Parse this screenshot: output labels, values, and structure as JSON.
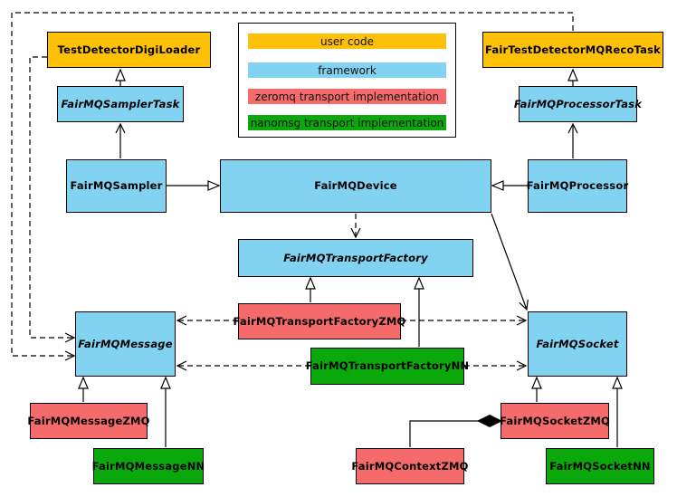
{
  "palette": {
    "user": "#FFC107",
    "framework": "#82D2F2",
    "zeromq": "#F56B6B",
    "nanomsg": "#0AA80A",
    "background": "#FFFFFF",
    "line": "#000000"
  },
  "legend": {
    "items": [
      {
        "label": "user code",
        "type": "user"
      },
      {
        "label": "framework",
        "type": "framework"
      },
      {
        "label": "zeromq transport implementation",
        "type": "zeromq"
      },
      {
        "label": "nanomsg transport implementation",
        "type": "nanomsg"
      }
    ]
  },
  "nodes": {
    "testDetectorDigiLoader": {
      "label": "TestDetectorDigiLoader",
      "type": "user",
      "abstract": false
    },
    "fairTestDetectorMQRecoTask": {
      "label": "FairTestDetectorMQRecoTask",
      "type": "user",
      "abstract": false
    },
    "fairMQSamplerTask": {
      "label": "FairMQSamplerTask",
      "type": "framework",
      "abstract": true
    },
    "fairMQProcessorTask": {
      "label": "FairMQProcessorTask",
      "type": "framework",
      "abstract": true
    },
    "fairMQSampler": {
      "label": "FairMQSampler",
      "type": "framework",
      "abstract": false
    },
    "fairMQDevice": {
      "label": "FairMQDevice",
      "type": "framework",
      "abstract": false
    },
    "fairMQProcessor": {
      "label": "FairMQProcessor",
      "type": "framework",
      "abstract": false
    },
    "fairMQTransportFactory": {
      "label": "FairMQTransportFactory",
      "type": "framework",
      "abstract": true
    },
    "fairMQTransportFactoryZMQ": {
      "label": "FairMQTransportFactoryZMQ",
      "type": "zeromq",
      "abstract": false
    },
    "fairMQTransportFactoryNN": {
      "label": "FairMQTransportFactoryNN",
      "type": "nanomsg",
      "abstract": false
    },
    "fairMQMessage": {
      "label": "FairMQMessage",
      "type": "framework",
      "abstract": true
    },
    "fairMQSocket": {
      "label": "FairMQSocket",
      "type": "framework",
      "abstract": true
    },
    "fairMQMessageZMQ": {
      "label": "FairMQMessageZMQ",
      "type": "zeromq",
      "abstract": false
    },
    "fairMQMessageNN": {
      "label": "FairMQMessageNN",
      "type": "nanomsg",
      "abstract": false
    },
    "fairMQSocketZMQ": {
      "label": "FairMQSocketZMQ",
      "type": "zeromq",
      "abstract": false
    },
    "fairMQSocketNN": {
      "label": "FairMQSocketNN",
      "type": "nanomsg",
      "abstract": false
    },
    "fairMQContextZMQ": {
      "label": "FairMQContextZMQ",
      "type": "zeromq",
      "abstract": false
    }
  },
  "relations": [
    {
      "from": "fairMQSamplerTask",
      "to": "testDetectorDigiLoader",
      "kind": "inheritance-solid-hollow-triangle-up"
    },
    {
      "from": "fairMQProcessorTask",
      "to": "fairTestDetectorMQRecoTask",
      "kind": "inheritance-solid-hollow-triangle-up"
    },
    {
      "from": "fairMQSampler",
      "to": "fairMQSamplerTask",
      "kind": "usage-solid-open-arrow-up"
    },
    {
      "from": "fairMQProcessor",
      "to": "fairMQProcessorTask",
      "kind": "usage-solid-open-arrow-up"
    },
    {
      "from": "fairMQSampler",
      "to": "fairMQDevice",
      "kind": "inheritance-solid-hollow-triangle-right"
    },
    {
      "from": "fairMQProcessor",
      "to": "fairMQDevice",
      "kind": "inheritance-solid-hollow-triangle-left"
    },
    {
      "from": "fairMQDevice",
      "to": "fairMQTransportFactory",
      "kind": "dependency-dashed-open-arrow-down"
    },
    {
      "from": "fairMQDevice",
      "to": "fairMQSocket",
      "kind": "usage-solid-open-arrow-diagonal"
    },
    {
      "from": "fairMQTransportFactoryZMQ",
      "to": "fairMQTransportFactory",
      "kind": "inheritance-solid-hollow-triangle-up"
    },
    {
      "from": "fairMQTransportFactoryNN",
      "to": "fairMQTransportFactory",
      "kind": "inheritance-solid-hollow-triangle-up"
    },
    {
      "from": "fairMQTransportFactoryZMQ",
      "to": "fairMQMessage",
      "kind": "dependency-dashed-open-arrow"
    },
    {
      "from": "fairMQTransportFactoryZMQ",
      "to": "fairMQSocket",
      "kind": "dependency-dashed-open-arrow"
    },
    {
      "from": "fairMQTransportFactoryNN",
      "to": "fairMQMessage",
      "kind": "dependency-dashed-open-arrow"
    },
    {
      "from": "fairMQTransportFactoryNN",
      "to": "fairMQSocket",
      "kind": "dependency-dashed-open-arrow"
    },
    {
      "from": "testDetectorDigiLoader",
      "to": "fairMQMessage",
      "kind": "dependency-dashed-open-arrow"
    },
    {
      "from": "fairTestDetectorMQRecoTask",
      "to": "fairMQMessage",
      "kind": "dependency-dashed-open-arrow"
    },
    {
      "from": "fairMQMessageZMQ",
      "to": "fairMQMessage",
      "kind": "inheritance-solid-hollow-triangle-up"
    },
    {
      "from": "fairMQMessageNN",
      "to": "fairMQMessage",
      "kind": "inheritance-solid-hollow-triangle-up"
    },
    {
      "from": "fairMQSocketZMQ",
      "to": "fairMQSocket",
      "kind": "inheritance-solid-hollow-triangle-up"
    },
    {
      "from": "fairMQSocketNN",
      "to": "fairMQSocket",
      "kind": "inheritance-solid-hollow-triangle-up"
    },
    {
      "from": "fairMQContextZMQ",
      "to": "fairMQSocketZMQ",
      "kind": "composition-filled-diamond"
    }
  ]
}
